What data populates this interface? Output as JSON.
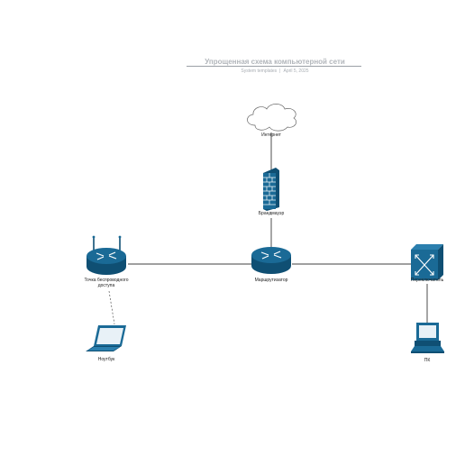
{
  "header": {
    "title": "Упрощенная схема компьютерной сети",
    "author": "System templates",
    "date": "April 5, 2025"
  },
  "colors": {
    "device": "#1a6a96",
    "device_dark": "#0f4f73",
    "line": "#000000",
    "cloud_stroke": "#666666"
  },
  "nodes": {
    "internet": {
      "label": "Интернет",
      "icon": "cloud-icon"
    },
    "firewall": {
      "label": "Брандмауэр",
      "icon": "firewall-icon"
    },
    "router": {
      "label": "Маршрутизатор",
      "icon": "router-icon"
    },
    "access_point": {
      "label": "Точка беспроводного доступа",
      "icon": "wireless-router-icon"
    },
    "switch": {
      "label": "Переключатель",
      "icon": "switch-icon"
    },
    "laptop": {
      "label": "Ноутбук",
      "icon": "laptop-icon"
    },
    "pc": {
      "label": "ПК",
      "icon": "desktop-pc-icon"
    }
  }
}
